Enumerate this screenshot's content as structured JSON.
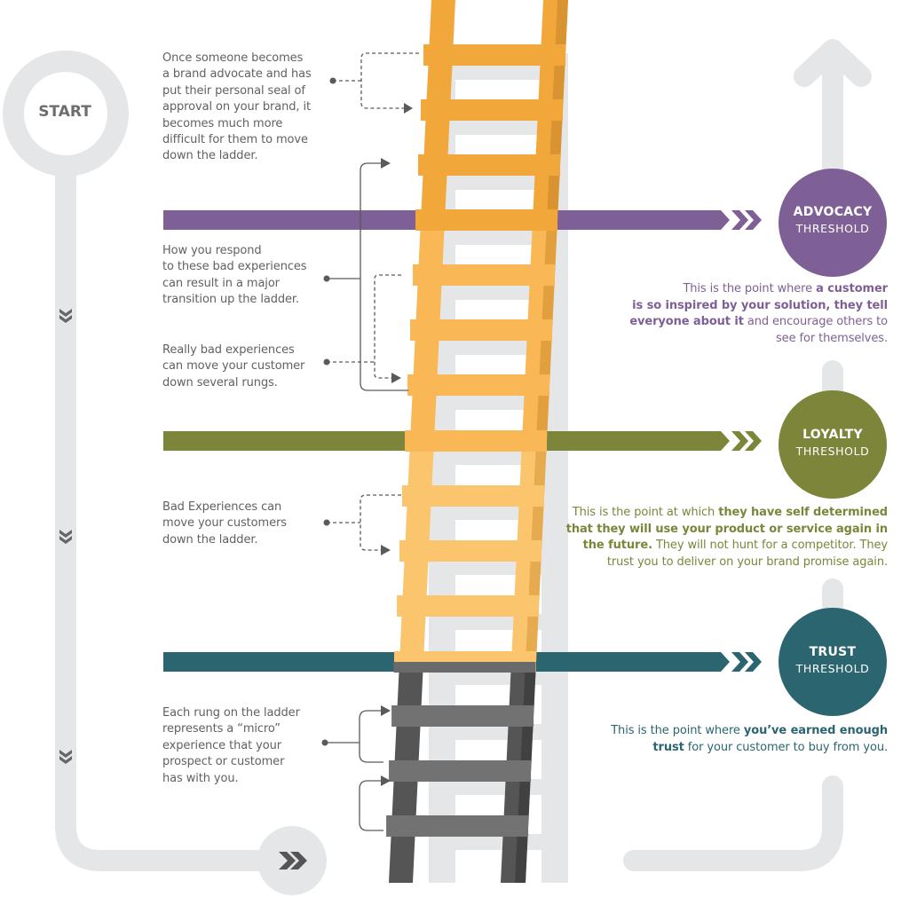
{
  "start": {
    "label": "START"
  },
  "colors": {
    "track": "#e5e6e8",
    "advocacy": "#7f6096",
    "loyalty": "#7c853a",
    "trust": "#2b6570",
    "ladder_top": "#f2a73b",
    "ladder_mid": "#f9b755",
    "ladder_low": "#fbc56e",
    "ladder_dark": "#555555",
    "annotation": "#5a5a5a",
    "body_text": "#616161"
  },
  "annotations": [
    {
      "id": "seal-of-approval",
      "style": "dashed",
      "lines": [
        "Once someone becomes",
        "a brand advocate and has",
        "put their personal seal of",
        "approval on your brand, it",
        "becomes much more",
        "difficult for them to move",
        "down the ladder."
      ]
    },
    {
      "id": "respond-bad-experiences",
      "style": "solid",
      "lines": [
        "How you respond",
        "to these bad experiences",
        "can result in a major",
        "transition up the ladder."
      ]
    },
    {
      "id": "really-bad-experiences",
      "style": "dashed",
      "lines": [
        "Really bad experiences",
        "can move your customer",
        "down several rungs."
      ]
    },
    {
      "id": "bad-experiences",
      "style": "dashed",
      "lines": [
        "Bad Experiences can",
        "move your customers",
        "down the ladder."
      ]
    },
    {
      "id": "each-rung",
      "style": "solid",
      "lines": [
        "Each rung on the ladder",
        "represents a “micro”",
        "experience that your",
        "prospect or customer",
        "has with you."
      ]
    }
  ],
  "thresholds": [
    {
      "id": "advocacy",
      "title": "ADVOCACY",
      "subtitle": "THRESHOLD",
      "color": "#7f6096",
      "description": [
        [
          {
            "t": "This is the point where ",
            "b": false
          },
          {
            "t": "a customer",
            "b": true
          }
        ],
        [
          {
            "t": "is so inspired by your solution, they tell",
            "b": true
          }
        ],
        [
          {
            "t": "everyone about it",
            "b": true
          },
          {
            "t": " and encourage others  to",
            "b": false
          }
        ],
        [
          {
            "t": "see for themselves.",
            "b": false
          }
        ]
      ]
    },
    {
      "id": "loyalty",
      "title": "LOYALTY",
      "subtitle": "THRESHOLD",
      "color": "#7c853a",
      "description": [
        [
          {
            "t": "This is the point at which ",
            "b": false
          },
          {
            "t": "they have self determined",
            "b": true
          }
        ],
        [
          {
            "t": "that they will use your product or service again in",
            "b": true
          }
        ],
        [
          {
            "t": "the future.",
            "b": true
          },
          {
            "t": " They will not hunt for a competitor. They",
            "b": false
          }
        ],
        [
          {
            "t": "trust you to deliver on your brand promise again.",
            "b": false
          }
        ]
      ]
    },
    {
      "id": "trust",
      "title": "TRUST",
      "subtitle": "THRESHOLD",
      "color": "#2b6570",
      "description": [
        [
          {
            "t": "This is the point where ",
            "b": false
          },
          {
            "t": "you’ve earned enough",
            "b": true
          }
        ],
        [
          {
            "t": "trust",
            "b": true
          },
          {
            "t": " for your customer to buy from you.",
            "b": false
          }
        ]
      ]
    }
  ],
  "icons": {
    "start_track_chevrons": "double-chevron-down-icon",
    "bottom_chevrons": "double-chevron-right-icon",
    "top_arrow": "arrow-up-icon"
  }
}
